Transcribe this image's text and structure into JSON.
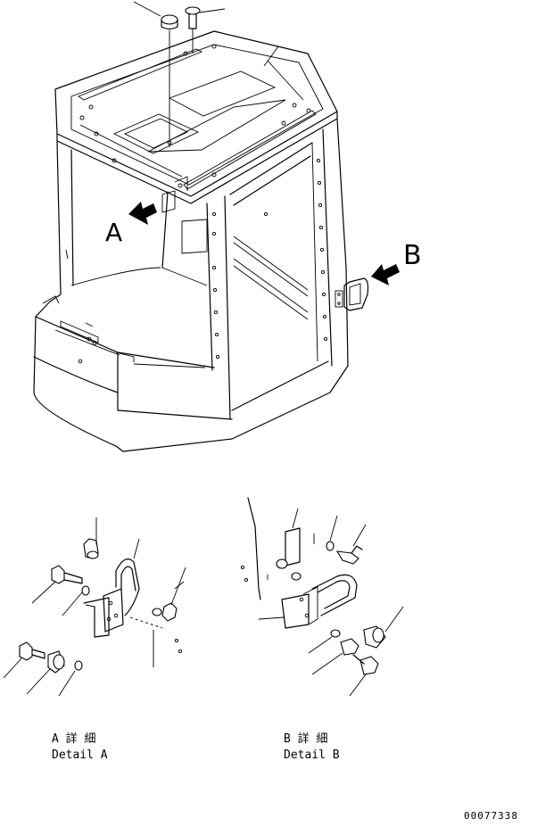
{
  "callouts": {
    "view_a": "A",
    "view_b": "B"
  },
  "details": {
    "a_jp": "A 詳 細",
    "a_en": "Detail A",
    "b_jp": "B 詳 細",
    "b_en": "Detail B"
  },
  "drawing_number": "00077338"
}
